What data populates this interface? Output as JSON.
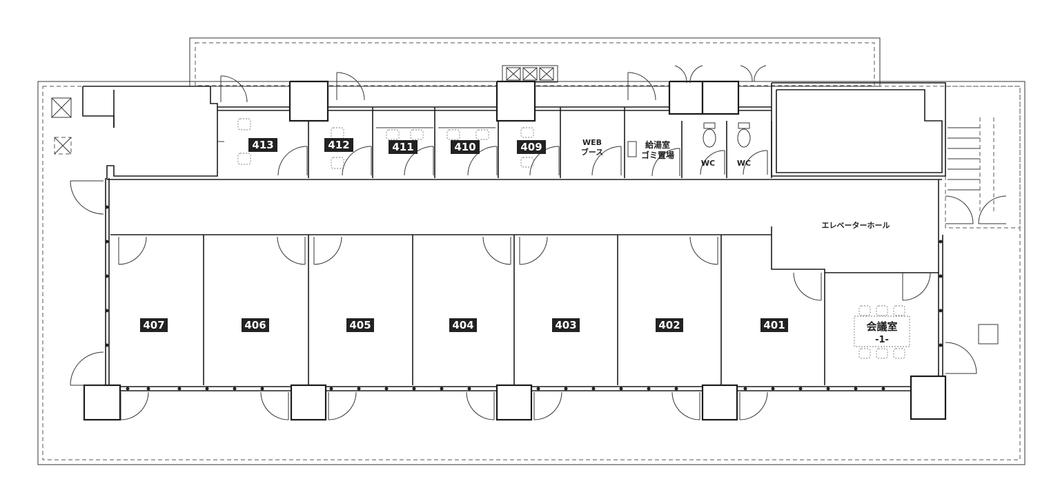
{
  "rooms": [
    {
      "id": "r407",
      "label": "407"
    },
    {
      "id": "r406",
      "label": "406"
    },
    {
      "id": "r405",
      "label": "405"
    },
    {
      "id": "r404",
      "label": "404"
    },
    {
      "id": "r403",
      "label": "403"
    },
    {
      "id": "r402",
      "label": "402"
    },
    {
      "id": "r401",
      "label": "401"
    },
    {
      "id": "r413",
      "label": "413"
    },
    {
      "id": "r412",
      "label": "412"
    },
    {
      "id": "r411",
      "label": "411"
    },
    {
      "id": "r410",
      "label": "410"
    },
    {
      "id": "r409",
      "label": "409"
    }
  ],
  "labels": {
    "web_booth_line1": "WEB",
    "web_booth_line2": "ブース",
    "kitchen_line1": "給湯室",
    "kitchen_line2": "ゴミ置場",
    "wc_1": "WC",
    "wc_2": "WC",
    "elevator_hall": "エレベーターホール",
    "meeting_line1": "会議室",
    "meeting_line2": "-1-"
  }
}
